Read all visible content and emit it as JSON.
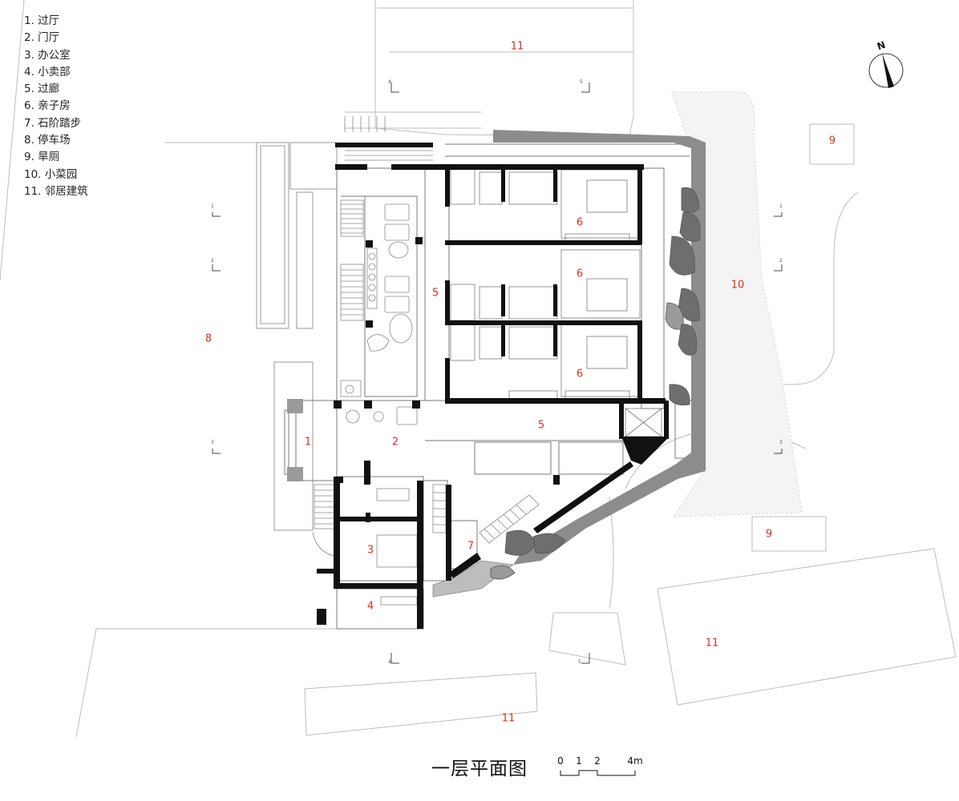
{
  "legend": [
    "1. 过厅",
    "2. 门厅",
    "3. 办公室",
    "4. 小卖部",
    "5. 过廊",
    "6. 亲子房",
    "7. 石阶踏步",
    "8. 停车场",
    "9. 旱厕",
    "10. 小菜园",
    "11. 邻居建筑"
  ],
  "labels": {
    "l1": "1",
    "l2": "2",
    "l3": "3",
    "l4": "4",
    "l5a": "5",
    "l5b": "5",
    "l6a": "6",
    "l6b": "6",
    "l6c": "6",
    "l7": "7",
    "l8": "8",
    "l9a": "9",
    "l9b": "9",
    "l10": "10",
    "l11a": "11",
    "l11b": "11",
    "l11c": "11"
  },
  "section_marks": {
    "s1l": "1",
    "s1r": "1",
    "s2l": "2",
    "s2r": "2",
    "s3l": "3",
    "s3r": "3",
    "s4t": "4",
    "s4b": "4",
    "s5t": "5",
    "s5b": "5"
  },
  "title": "一层平面图",
  "north": "N",
  "scale_bar": {
    "ticks": [
      "0",
      "1",
      "2",
      "4m"
    ]
  },
  "colors": {
    "room_label": "#e0301e",
    "wall": "#111111",
    "retaining_wall": "#8c8c8c",
    "rock": "#6e6e6e",
    "linework": "#9a9a9a"
  }
}
